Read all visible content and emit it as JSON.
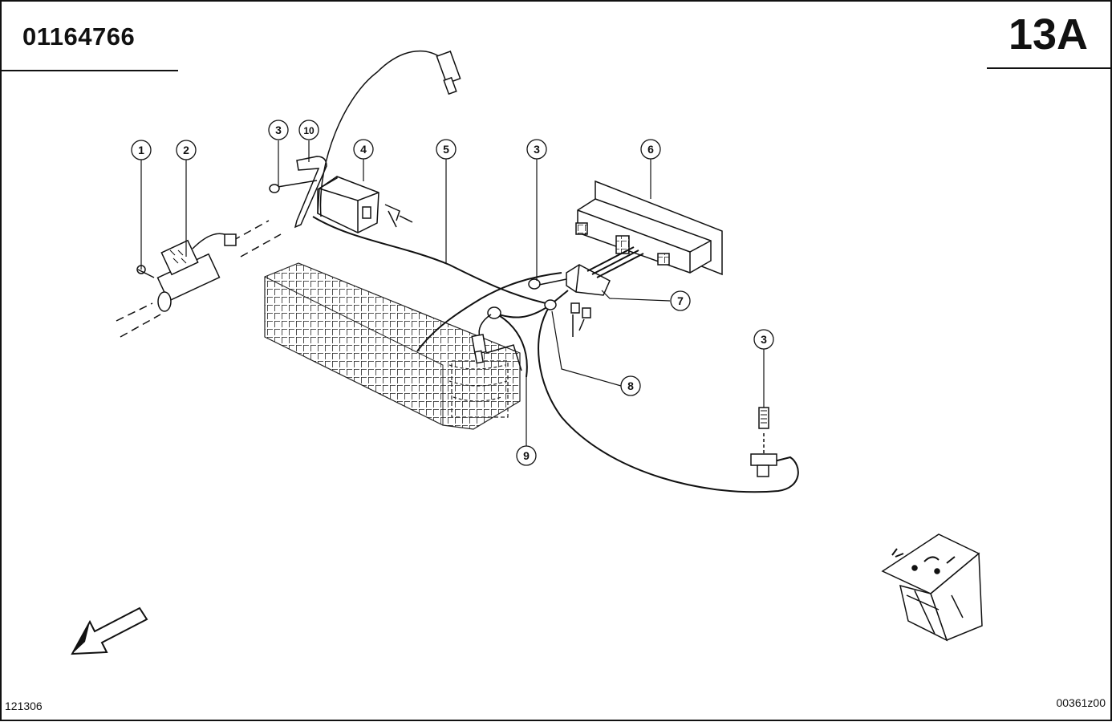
{
  "header": {
    "document_number": "01164766",
    "section_code": "13A"
  },
  "footer": {
    "left_code": "121306",
    "right_code": "00361z00"
  },
  "callouts": {
    "c1": "1",
    "c2": "2",
    "c3a": "3",
    "c10": "10",
    "c4": "4",
    "c5": "5",
    "c3b": "3",
    "c6": "6",
    "c7": "7",
    "c8": "8",
    "c9": "9",
    "c3c": "3"
  },
  "icons": {
    "direction_arrow": "arrow-down-left-icon",
    "locator": "vehicle-cab-locator-icon"
  },
  "colors": {
    "ink": "#111111",
    "paper": "#ffffff"
  }
}
